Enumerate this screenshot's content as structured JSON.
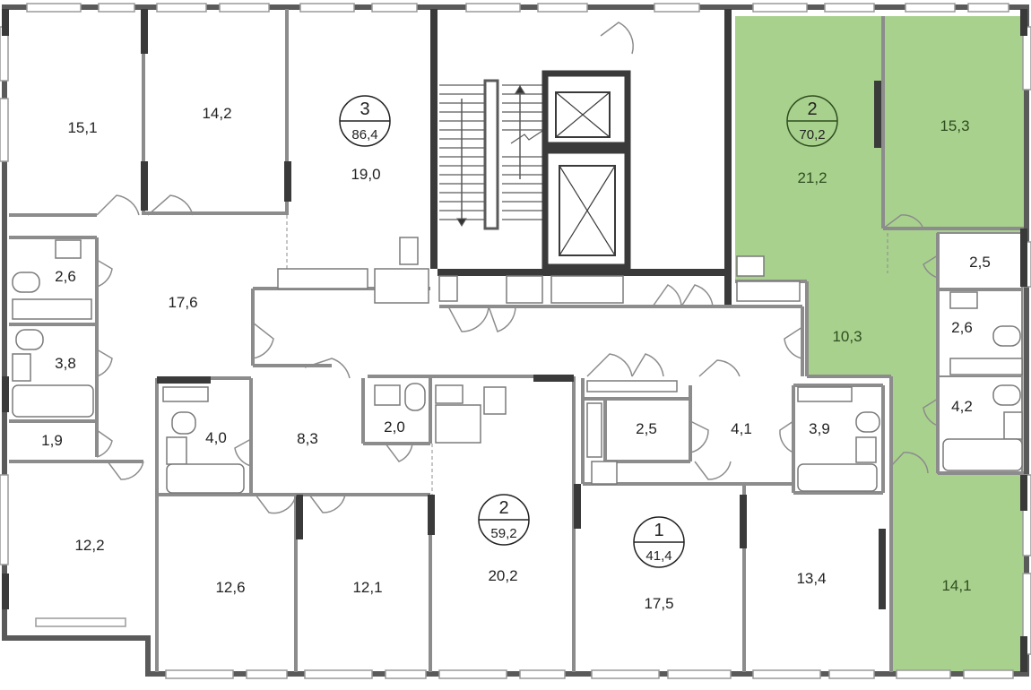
{
  "colors": {
    "highlight": "#a9d18e",
    "wall": "#5a5a5a",
    "wall_dark": "#3a3a3a",
    "thin_wall": "#8c8c8c",
    "highlight_wall": "#4e7d2e",
    "window": "#9a9a9a"
  },
  "apartments": [
    {
      "id": "apt-3",
      "rooms_label": "3",
      "area_label": "86,4",
      "highlighted": false
    },
    {
      "id": "apt-2-east",
      "rooms_label": "2",
      "area_label": "70,2",
      "highlighted": true
    },
    {
      "id": "apt-2-south",
      "rooms_label": "2",
      "area_label": "59,2",
      "highlighted": false
    },
    {
      "id": "apt-1",
      "rooms_label": "1",
      "area_label": "41,4",
      "highlighted": false
    }
  ],
  "rooms": [
    {
      "id": "r-15-1",
      "label": "15,1"
    },
    {
      "id": "r-14-2",
      "label": "14,2"
    },
    {
      "id": "r-19-0",
      "label": "19,0"
    },
    {
      "id": "r-2-6-w",
      "label": "2,6"
    },
    {
      "id": "r-17-6",
      "label": "17,6"
    },
    {
      "id": "r-3-8",
      "label": "3,8"
    },
    {
      "id": "r-1-9",
      "label": "1,9"
    },
    {
      "id": "r-12-2",
      "label": "12,2"
    },
    {
      "id": "r-4-0",
      "label": "4,0"
    },
    {
      "id": "r-8-3",
      "label": "8,3"
    },
    {
      "id": "r-2-0",
      "label": "2,0"
    },
    {
      "id": "r-12-6",
      "label": "12,6"
    },
    {
      "id": "r-12-1",
      "label": "12,1"
    },
    {
      "id": "r-20-2",
      "label": "20,2"
    },
    {
      "id": "r-2-5-s",
      "label": "2,5"
    },
    {
      "id": "r-4-1",
      "label": "4,1"
    },
    {
      "id": "r-3-9",
      "label": "3,9"
    },
    {
      "id": "r-17-5",
      "label": "17,5"
    },
    {
      "id": "r-13-4",
      "label": "13,4"
    },
    {
      "id": "r-21-2",
      "label": "21,2",
      "highlighted": true
    },
    {
      "id": "r-15-3",
      "label": "15,3",
      "highlighted": true
    },
    {
      "id": "r-2-5-e",
      "label": "2,5"
    },
    {
      "id": "r-10-3",
      "label": "10,3",
      "highlighted": true
    },
    {
      "id": "r-2-6-e",
      "label": "2,6"
    },
    {
      "id": "r-4-2",
      "label": "4,2"
    },
    {
      "id": "r-14-1",
      "label": "14,1",
      "highlighted": true
    }
  ]
}
